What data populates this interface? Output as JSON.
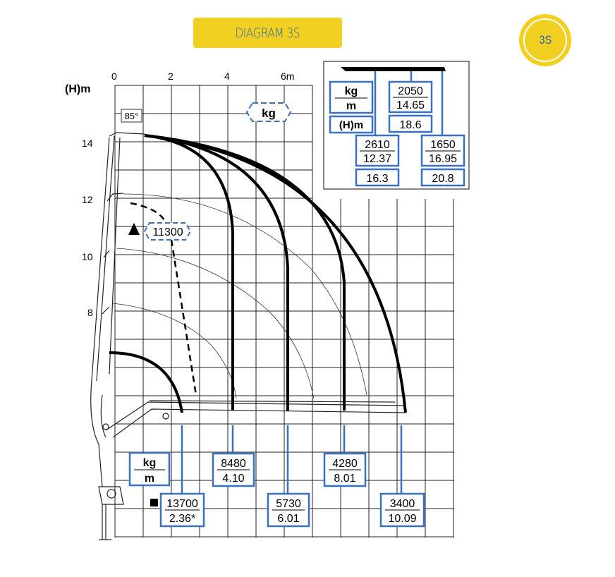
{
  "header": {
    "title": "DIAGRAM 3S",
    "badge": "3S"
  },
  "axes": {
    "y_label": "(H)m",
    "x_ticks": [
      "0",
      "2",
      "4",
      "6m"
    ],
    "y_ticks": [
      "14",
      "12",
      "10",
      "8"
    ]
  },
  "angle_label": "85°",
  "legend": {
    "kg_tag": "kg",
    "unit_top": "kg",
    "unit_bottom": "m"
  },
  "max_load": "11300",
  "loads": [
    {
      "kg": "13700",
      "m": "2.36*"
    },
    {
      "kg": "8480",
      "m": "4.10"
    },
    {
      "kg": "5730",
      "m": "6.01"
    },
    {
      "kg": "4280",
      "m": "8.01"
    },
    {
      "kg": "3400",
      "m": "10.09"
    }
  ],
  "inset": {
    "unit_top": "kg",
    "unit_bottom": "m",
    "height_label": "(H)m",
    "items": [
      {
        "kg": "2610",
        "m": "12.37",
        "h": "16.3"
      },
      {
        "kg": "2050",
        "m": "14.65",
        "h": "18.6"
      },
      {
        "kg": "1650",
        "m": "16.95",
        "h": "20.8"
      }
    ]
  },
  "colors": {
    "accent_yellow": "#f2d022",
    "label_blue": "#3b6fc0",
    "title_text": "#2f66ad"
  }
}
